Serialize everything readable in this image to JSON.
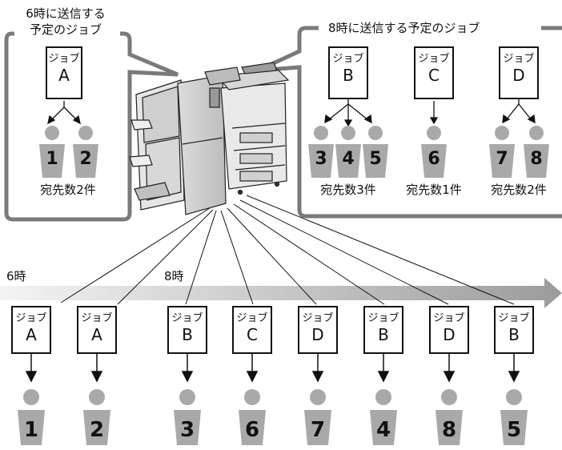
{
  "top_left": {
    "title_line1": "6時に送信する",
    "title_line2": "予定のジョブ",
    "job_label": "ジョブ",
    "job_letter": "A",
    "recipients": [
      "1",
      "2"
    ],
    "count": "宛先数2件"
  },
  "top_right": {
    "title": "8時に送信する予定のジョブ",
    "jobs": [
      {
        "label": "ジョブ",
        "letter": "B",
        "recipients": [
          "3",
          "4",
          "5"
        ],
        "count": "宛先数3件"
      },
      {
        "label": "ジョブ",
        "letter": "C",
        "recipients": [
          "6"
        ],
        "count": "宛先数1件"
      },
      {
        "label": "ジョブ",
        "letter": "D",
        "recipients": [
          "7",
          "8"
        ],
        "count": "宛先数2件"
      }
    ]
  },
  "timeline": {
    "start_label": "6時",
    "mid_label": "8時",
    "sequence": [
      {
        "label": "ジョブ",
        "letter": "A",
        "recipient": "1"
      },
      {
        "label": "ジョブ",
        "letter": "A",
        "recipient": "2"
      },
      {
        "label": "ジョブ",
        "letter": "B",
        "recipient": "3"
      },
      {
        "label": "ジョブ",
        "letter": "C",
        "recipient": "6"
      },
      {
        "label": "ジョブ",
        "letter": "D",
        "recipient": "7"
      },
      {
        "label": "ジョブ",
        "letter": "B",
        "recipient": "4"
      },
      {
        "label": "ジョブ",
        "letter": "D",
        "recipient": "8"
      },
      {
        "label": "ジョブ",
        "letter": "B",
        "recipient": "5"
      }
    ]
  },
  "colors": {
    "recipient_fill": "#a9a9a9",
    "frame_stroke": "#7a7a7a",
    "arrow_start": "#f2f2f2",
    "arrow_end": "#9a9a9a"
  }
}
